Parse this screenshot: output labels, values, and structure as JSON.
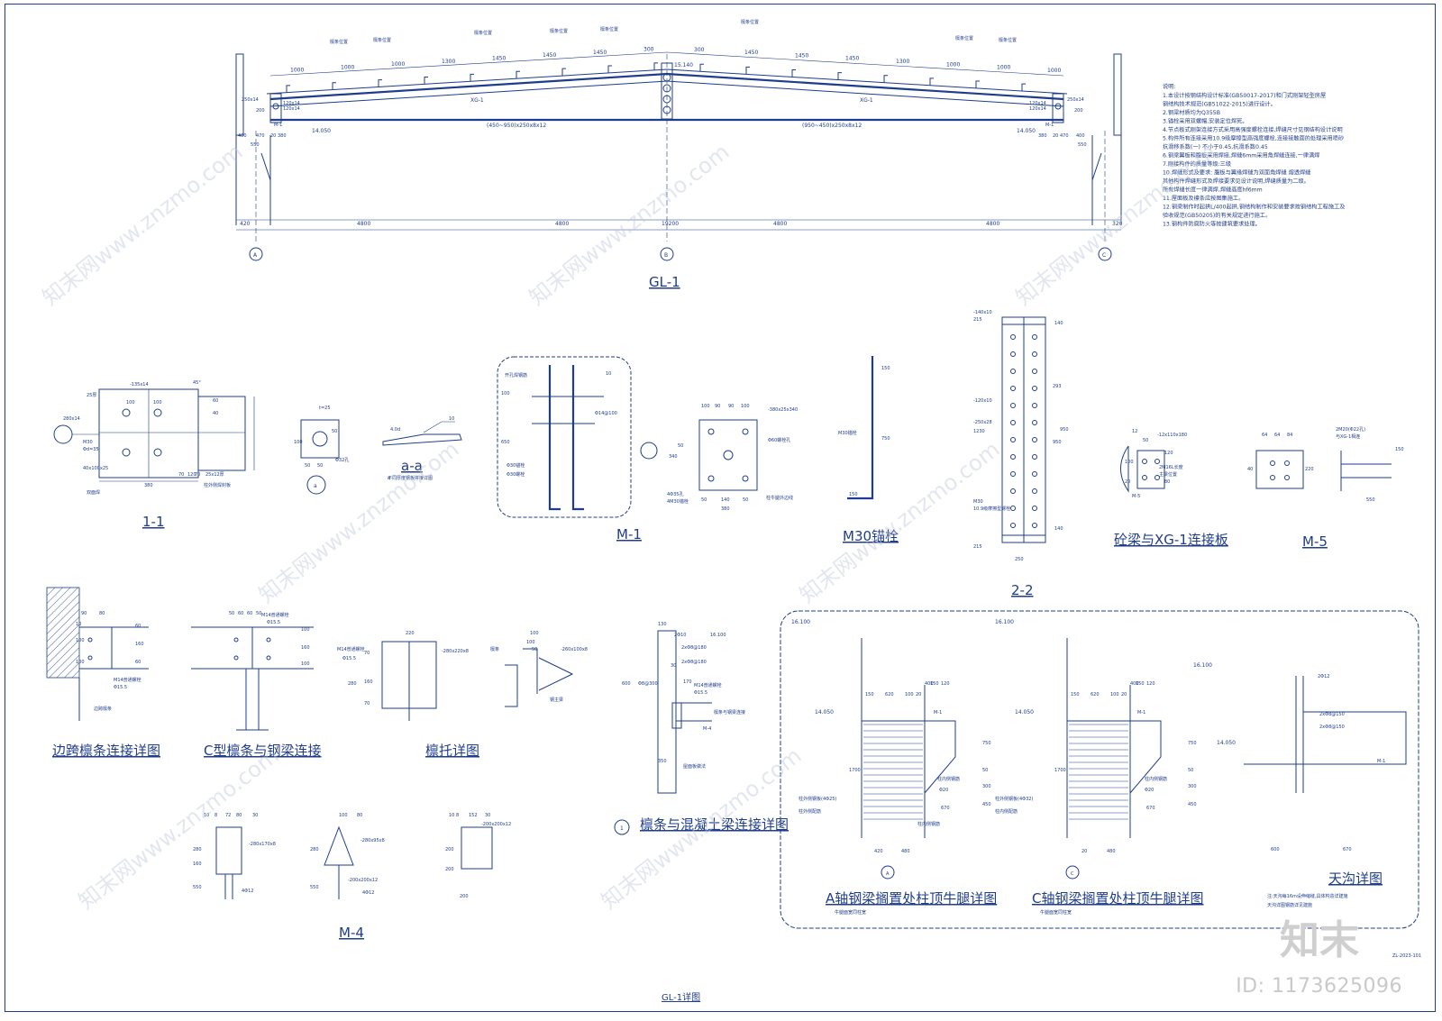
{
  "sheet_code": "ZL-2023-101",
  "titles": {
    "gl1": "GL-1",
    "section_1_1": "1-1",
    "section_a_a": "a-a",
    "m1": "M-1",
    "m30": "M30锚栓",
    "section_2_2": "2-2",
    "beam_xg1": "砼梁与XG-1连接板",
    "m5": "M-5",
    "edge_purlin": "边跨檩条连接详图",
    "c_purlin": "C型檩条与钢梁连接",
    "purlin_bracket": "檩托详图",
    "purlin_concrete": "檩条与混凝土梁连接详图",
    "m4": "M-4",
    "a_axis": "A轴钢梁搁置处柱顶牛腿详图",
    "c_axis": "C轴钢梁搁置处柱顶牛腿详图",
    "gutter": "天沟详图",
    "bottom_right": "GL-1详图"
  },
  "callout_1": "1",
  "gl1": {
    "top_dims": [
      "1000",
      "1000",
      "1000",
      "1300",
      "1450",
      "1450",
      "1450",
      "300",
      "300",
      "1450",
      "1450",
      "1450",
      "1300",
      "1000",
      "1000",
      "1000"
    ],
    "bay_dims": [
      "420",
      "4800",
      "4800",
      "4800",
      "4800",
      "320"
    ],
    "total": "19200",
    "axes": [
      "A",
      "B",
      "C"
    ],
    "beam_left": "(450~950)x250x8x12",
    "beam_right": "(950~450)x250x8x12",
    "elev_left": "14.050",
    "elev_right": "14.050",
    "ridge": "15.140",
    "xg_left": "XG-1",
    "xg_right": "XG-1",
    "left_sizes": [
      "250x14",
      "120x14",
      "120x14",
      "M-1"
    ],
    "right_sizes": [
      "120x14",
      "120x14",
      "250x14",
      "M-1"
    ],
    "left_small_dims": [
      "400",
      "470",
      "20",
      "380"
    ],
    "right_small_dims": [
      "380",
      "20",
      "470",
      "400"
    ],
    "left_small_labels": [
      "200",
      "550"
    ],
    "right_small_labels": [
      "200",
      "550"
    ],
    "purlin_tag": "檩条位置"
  },
  "notes_title": "说明:",
  "notes": [
    "1.本设计按钢结构设计标准(GB50017-2017)和门式刚架轻型房屋",
    "   钢结构技术规范(GB51022-2015)进行设计。",
    "2.钢梁材质均为Q355B",
    "3.锚栓采用双螺帽,安装定位焊死。",
    "4.节点板式刚架连接方式采用高强度螺栓连接,焊缝尺寸见钢结构设计说明",
    "5.构件所有连接采用10.9级摩擦型高强度螺栓,连接接触面的处理采用喷砂",
    "   抗滑移系数(一) 不小于0.45,抗滑系数0.45",
    "6.钢梁翼板和腹板采用焊接,焊缝6mm采用角焊缝连接,一律满焊",
    "7.刚接构件的质量等级:三级",
    "10.焊缝形式及要求:   腹板与翼缘焊缝为双面角焊缝 熔透焊缝",
    "   其他构件焊缝形式及焊接要求见设计说明,焊缝质量为二级。",
    "   所有焊缝长度一律满焊,焊缝高度hf6mm",
    "11.屋面板及檩条应按图集施工。",
    "12.钢梁制作时起拱L/400起拱,钢结构制作和安装要求按钢结构工程施工及",
    "   验收规范(GB50205)的有关规定进行施工。",
    "13.钢构件防腐防火等按建筑要求处理。"
  ],
  "d11": {
    "labels": [
      "280x14",
      "-135x14",
      "25厚",
      "M30",
      "Φd=35",
      "40x100x25",
      "25x12厚",
      "柱外侧焊封板",
      "45°",
      "双面焊"
    ],
    "dims": [
      "100",
      "100",
      "60",
      "40",
      "380",
      "70",
      "120",
      "70"
    ]
  },
  "da": {
    "labels": [
      "t=25",
      "Φ32孔",
      "不同厚度钢板拼接详图",
      "a"
    ],
    "dims": [
      "50",
      "50",
      "100",
      "50",
      "4.0d",
      "10"
    ]
  },
  "m1": {
    "labels": [
      "开孔焊钢筋",
      "Φ14@100",
      "Φ30锚栓",
      "Φ30螺栓",
      "10"
    ],
    "dims": [
      "650",
      "100"
    ]
  },
  "m1plan": {
    "labels": [
      "-380x25x340",
      "Φ60螺栓孔",
      "4Φ35孔",
      "4M30锚栓",
      "柱牛腿外边线"
    ],
    "dims": [
      "100",
      "90",
      "90",
      "100",
      "380",
      "340",
      "50",
      "140",
      "50",
      "50"
    ]
  },
  "m30": {
    "labels": [
      "M30锚栓"
    ],
    "dims": [
      "150",
      "750",
      "150"
    ]
  },
  "s22": {
    "labels": [
      "-140x10",
      "-120x10",
      "-250x28",
      "M30",
      "10.9级摩擦型螺栓"
    ],
    "dims": [
      "215",
      "1230",
      "950",
      "950",
      "293",
      "215",
      "250",
      "140",
      "140"
    ]
  },
  "bx": {
    "labels": [
      "-12x110x180",
      "2M16L长度",
      "M-5",
      "主梁位置"
    ],
    "dims": [
      "12",
      "50",
      "100",
      "20",
      "120",
      "80"
    ]
  },
  "m5": {
    "labels": [
      "2M20(Φ22孔)",
      "与XG-1相连"
    ],
    "dims": [
      "64",
      "64",
      "84",
      "40",
      "150",
      "220",
      "550"
    ]
  },
  "edge": {
    "labels": [
      "M14普通螺栓",
      "Φ15.5",
      "边跨檩条"
    ],
    "dims": [
      "90",
      "80",
      "60",
      "160",
      "60",
      "100",
      "100",
      "10"
    ]
  },
  "cpur": {
    "labels": [
      "M14普通螺栓",
      "Φ15.5"
    ],
    "dims": [
      "50",
      "60",
      "60",
      "50",
      "100",
      "160",
      "100"
    ]
  },
  "bracket": {
    "labels": [
      "-280x220x8",
      "-260x100x8",
      "M14普通螺栓",
      "Φ15.5",
      "檩条",
      "钢主梁"
    ],
    "dims": [
      "220",
      "100",
      "280",
      "70",
      "160",
      "70",
      "100",
      "50"
    ]
  },
  "pc": {
    "labels": [
      "2Φ10",
      "16.100",
      "2xΦ8@180",
      "2xΦ8@180",
      "Φ8@300",
      "M14普通螺栓",
      "Φ15.5",
      "檩条与钢梁连接",
      "M-4",
      "屋面板做法"
    ],
    "dims": [
      "130",
      "350",
      "600",
      "170",
      "30"
    ]
  },
  "m4": {
    "labels": [
      "-280x170x8",
      "4Φ12",
      "-280x95x8",
      "4Φ12",
      "-200x200x12",
      "-200x200x12"
    ],
    "dims": [
      "10",
      "8",
      "72",
      "80",
      "30",
      "280",
      "160",
      "550",
      "100",
      "80",
      "280",
      "550",
      "10",
      "8",
      "152",
      "30",
      "200",
      "200",
      "200"
    ]
  },
  "a_axis": {
    "elev_top": "16.100",
    "elev_mid": "14.050",
    "dims": [
      "150",
      "620",
      "100",
      "20",
      "400",
      "150",
      "120",
      "750",
      "50",
      "300",
      "450",
      "1700",
      "670",
      "420",
      "480"
    ],
    "labels": [
      "柱外侧钢板(4Φ25)",
      "柱外侧配筋",
      "柱内侧钢筋",
      "M-1",
      "柱内侧钢筋",
      "A",
      "牛腿面宽同柱宽",
      "Φ20"
    ]
  },
  "c_axis": {
    "elev_top": "16.100",
    "elev_mid": "14.050",
    "dims": [
      "150",
      "620",
      "100",
      "20",
      "400",
      "150",
      "120",
      "750",
      "50",
      "300",
      "450",
      "1700",
      "670",
      "20",
      "480"
    ],
    "labels": [
      "柱外侧钢板(4Φ32)",
      "柱内侧配筋",
      "柱内侧钢筋",
      "M-1",
      "C",
      "牛腿面宽同柱宽",
      "Φ20"
    ]
  },
  "gutter": {
    "elev_top": "16.100",
    "elev_mid": "14.050",
    "labels": [
      "2Φ12",
      "2xΦ8@150",
      "2xΦ8@150",
      "M-1",
      "注:天沟每16m设伸缩缝,具体构造详建施",
      "天沟详图钢筋详见建施"
    ],
    "dims": [
      "600",
      "670"
    ]
  },
  "watermark": {
    "id": "ID: 1173625096",
    "logo": "知末",
    "site": "知末网www.znzmo.com"
  }
}
